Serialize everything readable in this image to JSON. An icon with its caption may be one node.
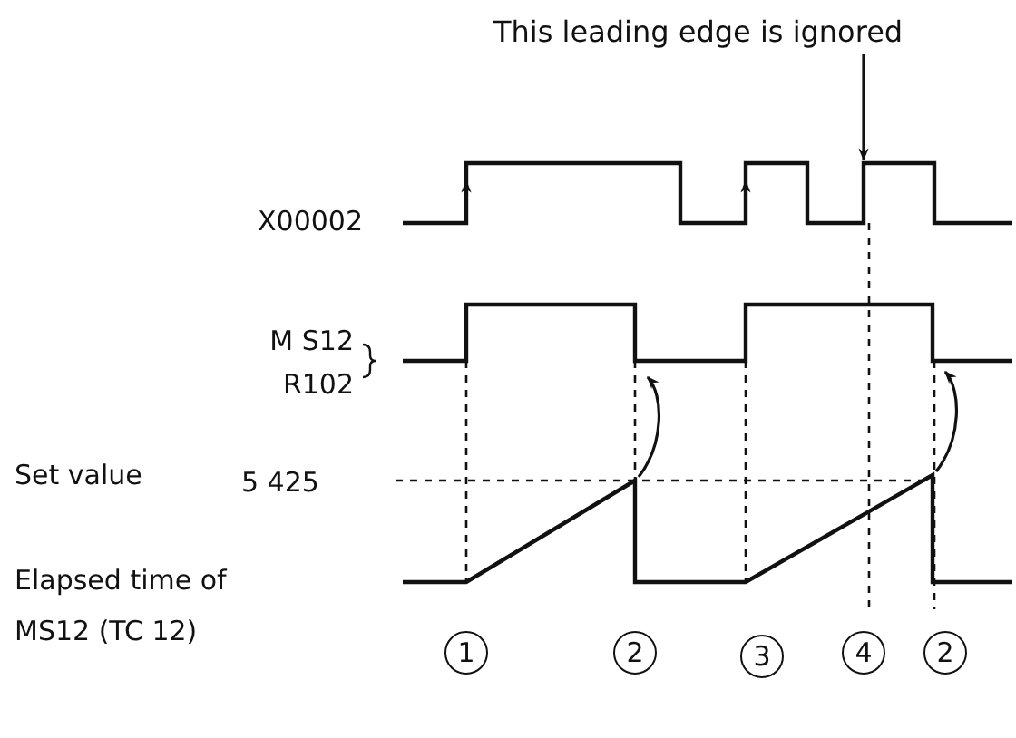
{
  "diagram": {
    "nodes": [
      {
        "text": [
          "This leading edge is ignored"
        ]
      },
      {
        "text": [
          "1"
        ]
      },
      {
        "text": [
          "2"
        ]
      },
      {
        "text": [
          "3"
        ]
      },
      {
        "text": [
          "4"
        ]
      },
      {
        "text": [
          "2"
        ]
      },
      {
        "text": [],
        "shape": "picture"
      }
    ],
    "edges": [
      {
        "from": 0,
        "to": 6,
        "arrow": "to"
      }
    ],
    "labels": [
      "X00002",
      "M S12",
      "R102",
      "Set value",
      "5 425",
      "Elapsed time of MS12 (TC 12)"
    ]
  }
}
